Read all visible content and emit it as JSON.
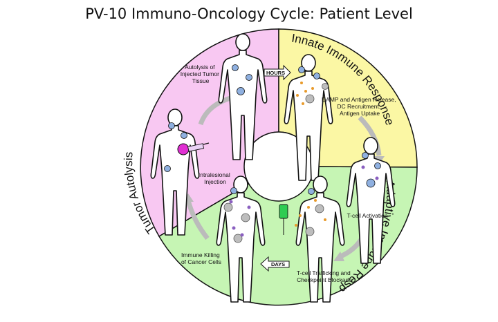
{
  "title": "PV-10 Immuno-Oncology Cycle: Patient Level",
  "sectors": {
    "tumor_autolysis": "Tumor Autolysis",
    "innate": "Innate Immune Response",
    "adaptive": "Adaptive Immune Response"
  },
  "labels": {
    "autolysis_1": "Autolysis of",
    "autolysis_2": "Injected Tumor",
    "autolysis_3": "Tissue",
    "hours": "HOURS",
    "damp_1": "DAMP and Antigen Release,",
    "damp_2": "DC Recruitment,",
    "damp_3": "Antigen Uptake",
    "intralesional_1": "Intralesional",
    "intralesional_2": "Injection",
    "tcell_activation": "T-cell Activation",
    "killing_1": "Immune Killing",
    "killing_2": "of Cancer Cells",
    "days": "DAYS",
    "trafficking_1": "T-cell Trafficking and",
    "trafficking_2": "Checkpoint Blockade"
  },
  "colors": {
    "pink": "#f8c8f2",
    "yellow": "#fbf7a4",
    "green": "#c6f5b4",
    "tumor": "#8fb0e0",
    "syringe": "#e02fd2",
    "iv_bag": "#2ecc52"
  }
}
